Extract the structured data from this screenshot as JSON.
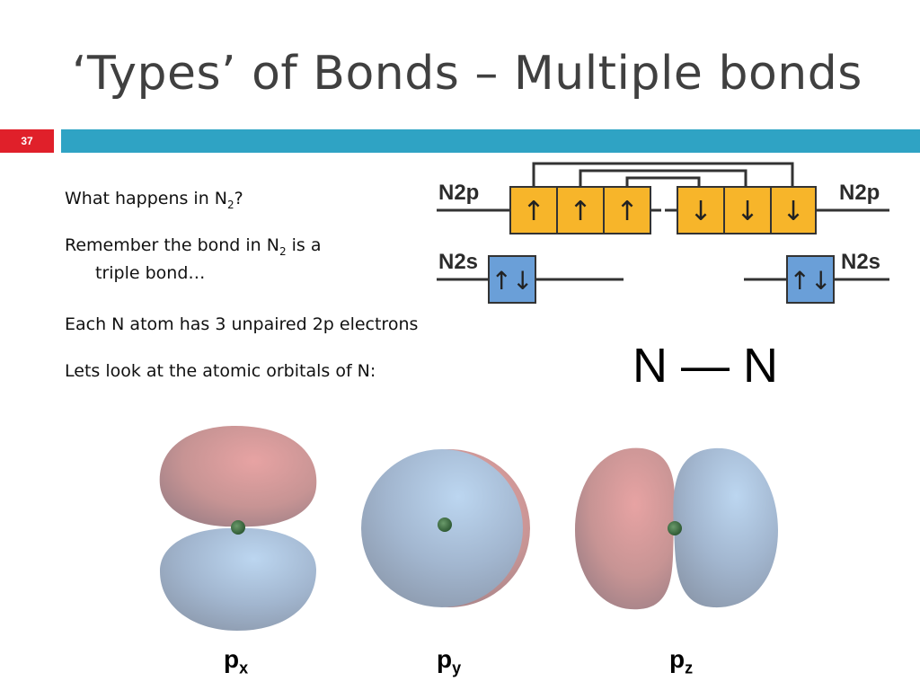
{
  "slide": {
    "title": "‘Types’ of Bonds –  Multiple bonds",
    "number": "37"
  },
  "bullets": {
    "b1_pre": "What happens in N",
    "b1_sub": "2",
    "b1_post": "?",
    "b2_pre": "Remember the bond in N",
    "b2_sub": "2",
    "b2_post": " is a",
    "b2_cont": "triple bond…",
    "b3": "Each N atom has 3 unpaired 2p electrons",
    "b4": "Lets look at the atomic orbitals of N:"
  },
  "diagram": {
    "left_2p": "N2p",
    "right_2p": "N2p",
    "left_2s": "N2s",
    "right_2s": "N2s",
    "up_arrow": "↑",
    "down_arrow": "↓",
    "pair": "↑↓",
    "colors": {
      "p_box": "#f7b52a",
      "s_box": "#6a9fd8",
      "line": "#333333"
    }
  },
  "bond": "N — N",
  "orbitals": [
    {
      "letter": "p",
      "sub": "x"
    },
    {
      "letter": "p",
      "sub": "y"
    },
    {
      "letter": "p",
      "sub": "z"
    }
  ]
}
